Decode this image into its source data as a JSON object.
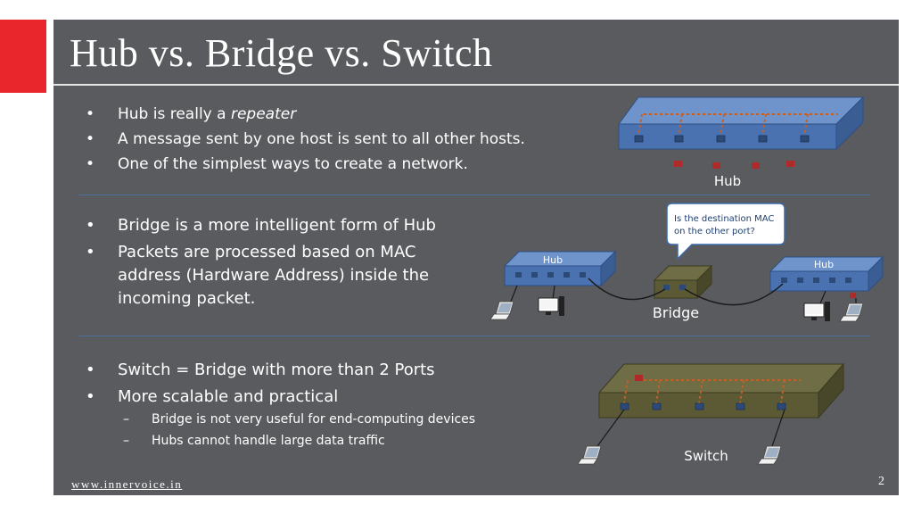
{
  "slide": {
    "title": "Hub vs. Bridge vs. Switch",
    "hub_section": {
      "bullets": [
        {
          "text": "Hub is really a ",
          "emphasis": "repeater"
        },
        {
          "text": "A message sent by one host is sent to all other hosts."
        },
        {
          "text": "One of the simplest ways to create a network."
        }
      ],
      "diagram_label": "Hub"
    },
    "bridge_section": {
      "bullets": [
        "Bridge is a more intelligent form of Hub",
        "Packets are processed based on MAC address (Hardware Address) inside the incoming packet."
      ],
      "callout_line1": "Is the destination MAC",
      "callout_line2": "on the other port?",
      "left_hub_label": "Hub",
      "right_hub_label": "Hub",
      "diagram_label": "Bridge"
    },
    "switch_section": {
      "bullets": [
        "Switch = Bridge with more than 2 Ports",
        "More scalable and practical"
      ],
      "sub_bullets": [
        "Bridge is not very useful for end-computing devices",
        "Hubs cannot handle large data traffic"
      ],
      "diagram_label": "Switch"
    },
    "footer": "www.innervoice.in",
    "page_number": "2"
  },
  "colors": {
    "background": "#5a5b5e",
    "accent_red": "#e8262b",
    "device_blue": "#4a72b0",
    "device_olive": "#5b5a35",
    "packet_red": "#b02a2a",
    "separator": "#4c6f9a"
  },
  "icons": [
    "laptop-icon",
    "desktop-icon",
    "speech-bubble"
  ]
}
